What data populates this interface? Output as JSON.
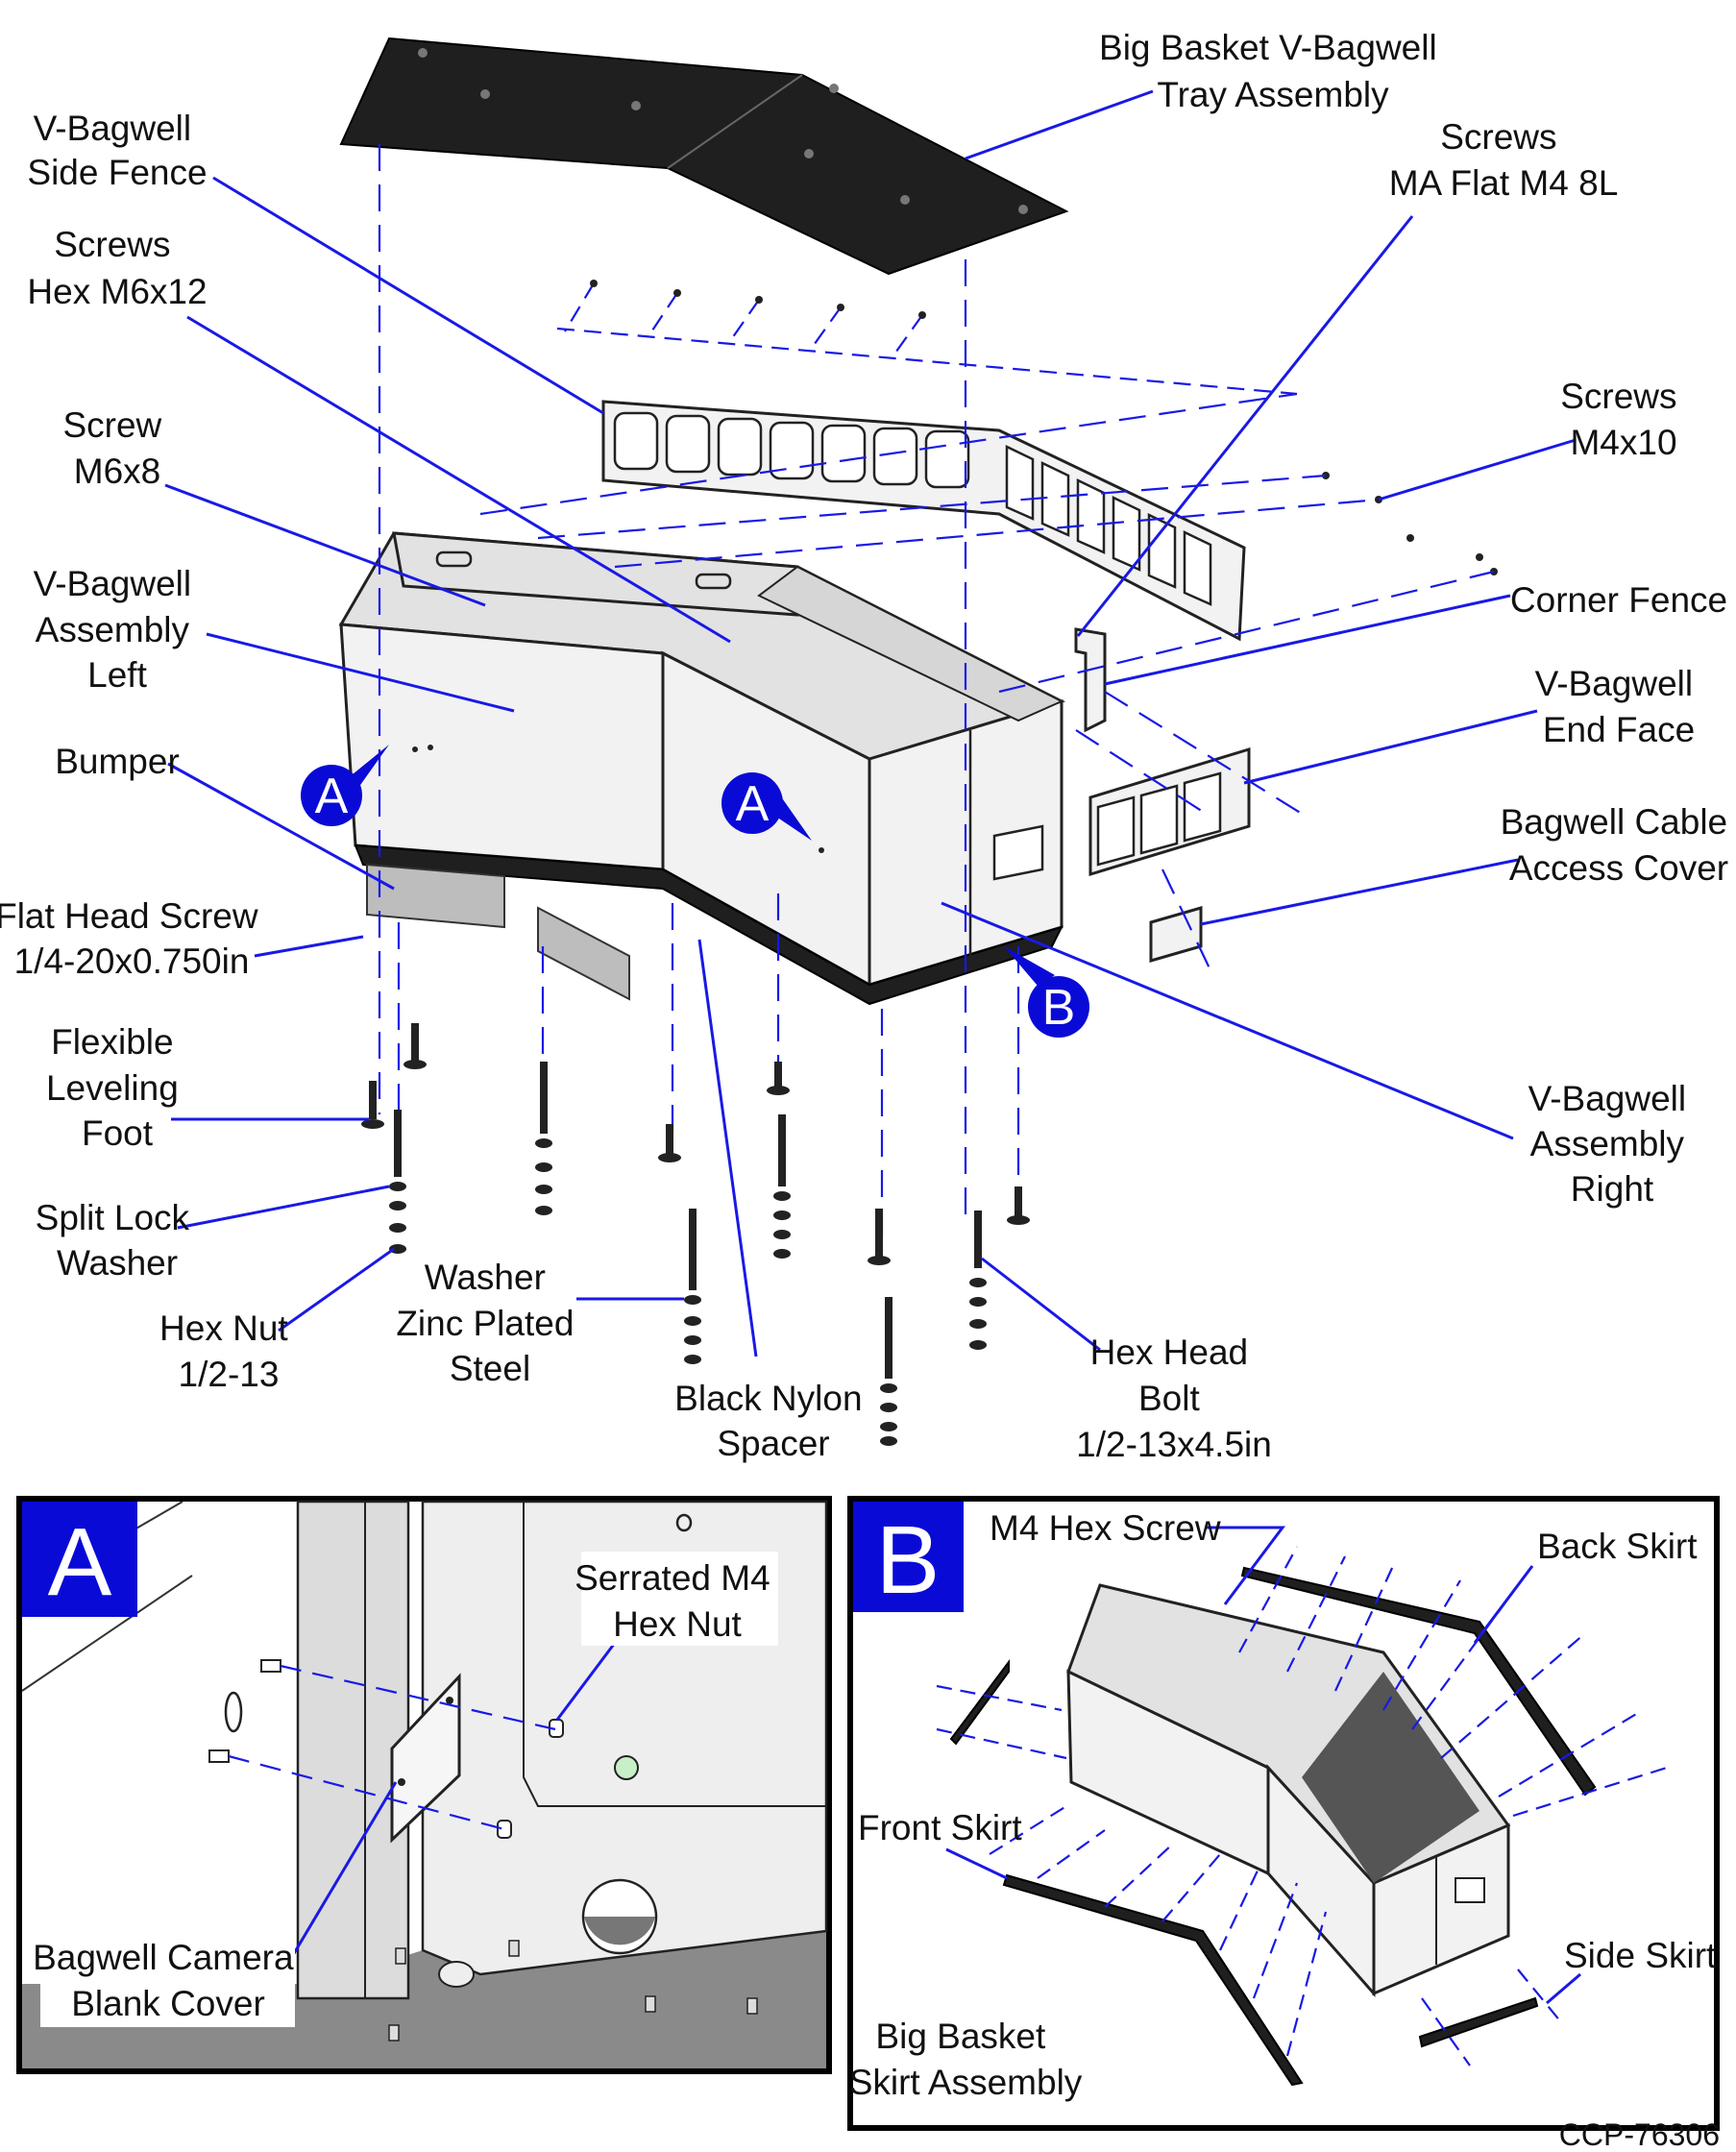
{
  "main_labels": [
    {
      "id": "tray",
      "lines": [
        "Big Basket V-Bagwell",
        "Tray Assembly"
      ]
    },
    {
      "id": "side-fence",
      "lines": [
        "V-Bagwell",
        "Side Fence"
      ]
    },
    {
      "id": "screws-ma",
      "lines": [
        "Screws",
        "MA Flat M4 8L"
      ]
    },
    {
      "id": "screws-hex",
      "lines": [
        "Screws",
        "Hex M6x12"
      ]
    },
    {
      "id": "screws-m4",
      "lines": [
        "Screws",
        "M4x10"
      ]
    },
    {
      "id": "screw-m6",
      "lines": [
        "Screw",
        "M6x8"
      ]
    },
    {
      "id": "assembly-left",
      "lines": [
        "V-Bagwell",
        "Assembly",
        "Left"
      ]
    },
    {
      "id": "corner-fence",
      "lines": [
        "Corner Fence"
      ]
    },
    {
      "id": "end-face",
      "lines": [
        "V-Bagwell",
        "End Face"
      ]
    },
    {
      "id": "bumper",
      "lines": [
        "Bumper"
      ]
    },
    {
      "id": "cable-cover",
      "lines": [
        "Bagwell Cable",
        "Access Cover"
      ]
    },
    {
      "id": "flat-head",
      "lines": [
        "Flat Head Screw",
        "1/4-20x0.750in"
      ]
    },
    {
      "id": "leveling-foot",
      "lines": [
        "Flexible",
        "Leveling",
        "Foot"
      ]
    },
    {
      "id": "assembly-right",
      "lines": [
        "V-Bagwell",
        "Assembly",
        "Right"
      ]
    },
    {
      "id": "lock-washer",
      "lines": [
        "Split Lock",
        "Washer"
      ]
    },
    {
      "id": "washer-zinc",
      "lines": [
        "Washer",
        "Zinc Plated",
        "Steel"
      ]
    },
    {
      "id": "hex-nut",
      "lines": [
        "Hex Nut",
        "1/2-13"
      ]
    },
    {
      "id": "nylon-spacer",
      "lines": [
        "Black Nylon",
        "Spacer"
      ]
    },
    {
      "id": "hex-bolt",
      "lines": [
        "Hex Head",
        "Bolt",
        "1/2-13x4.5in"
      ]
    }
  ],
  "callouts": {
    "a": "A",
    "b": "B"
  },
  "detail_a": {
    "tag": "A",
    "labels": [
      {
        "id": "serrated-nut",
        "lines": [
          "Serrated M4",
          "Hex Nut"
        ]
      },
      {
        "id": "camera-cover",
        "lines": [
          "Bagwell Camera",
          "Blank Cover"
        ]
      }
    ]
  },
  "detail_b": {
    "tag": "B",
    "labels": [
      {
        "id": "m4-hex-screw",
        "lines": [
          "M4 Hex Screw"
        ]
      },
      {
        "id": "back-skirt",
        "lines": [
          "Back Skirt"
        ]
      },
      {
        "id": "front-skirt",
        "lines": [
          "Front Skirt"
        ]
      },
      {
        "id": "side-skirt",
        "lines": [
          "Side Skirt"
        ]
      },
      {
        "id": "skirt-assembly",
        "lines": [
          "Big Basket",
          "Skirt Assembly"
        ]
      }
    ]
  },
  "figure_id": "CCP-76306",
  "colors": {
    "leader": "#1919e6",
    "callout_fill": "#0a0ad6",
    "detail_tag_fill": "#0a0ad6"
  }
}
